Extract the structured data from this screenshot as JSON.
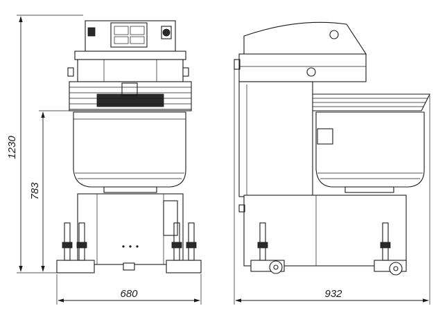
{
  "dimensions": {
    "total_height": "1230",
    "bowl_height": "783",
    "front_width": "680",
    "side_depth": "932"
  },
  "colors": {
    "line": "#1a1a1a",
    "background": "#ffffff"
  }
}
